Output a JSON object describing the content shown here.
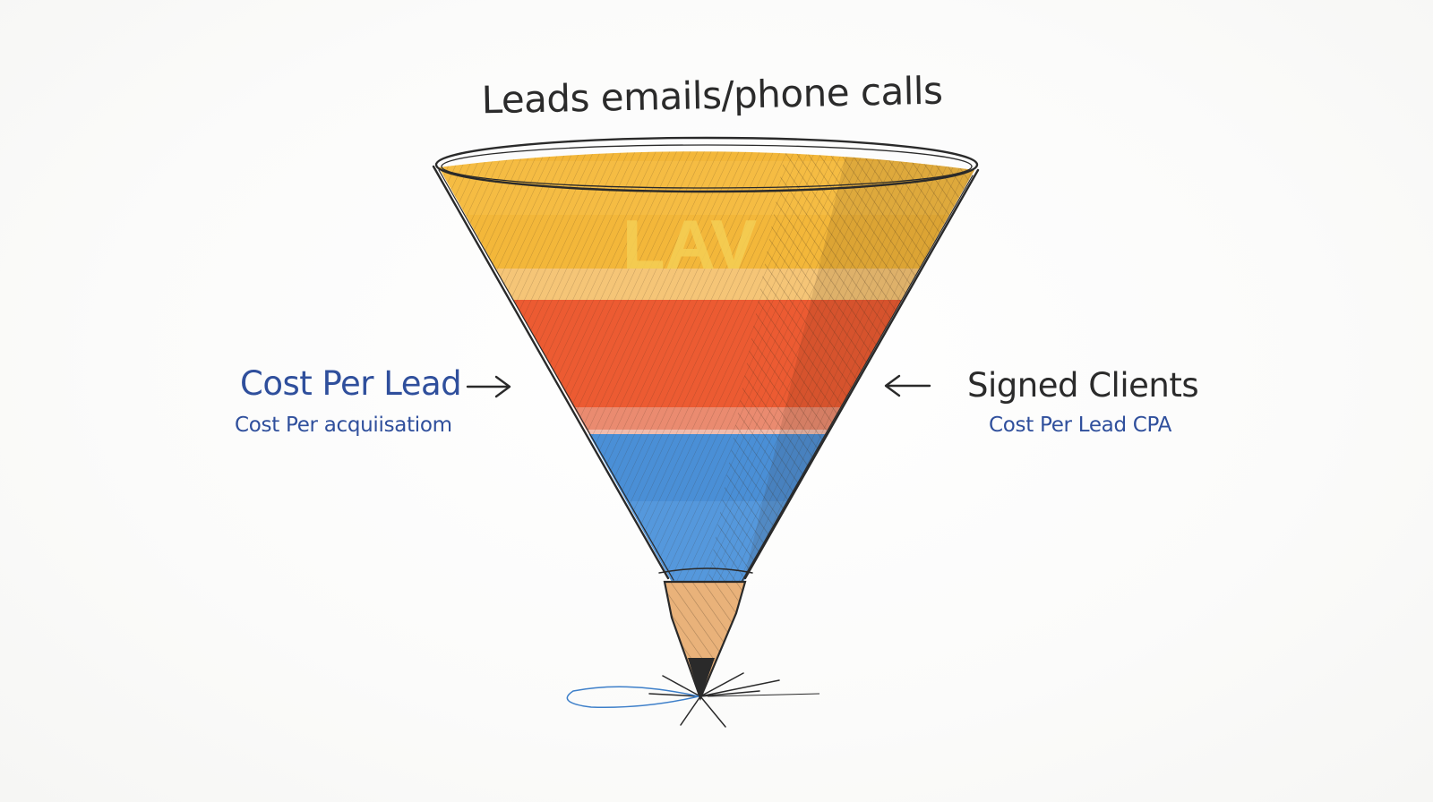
{
  "diagram": {
    "top_label": "Leads emails/phone calls",
    "funnel_inner_text": "LAV",
    "left_label": "Cost Per Lead",
    "left_sublabel": "Cost Per acquiisatiom",
    "right_label": "Signed Clients",
    "right_sublabel": "Cost Per Lead CPA"
  },
  "colors": {
    "top_band": "#f3b73a",
    "middle_band": "#ec5b32",
    "bottom_band": "#4a8fd6",
    "tip": "#e9b27a",
    "ink": "#2b2b2b",
    "label_blue": "#2f4f9c"
  },
  "icons": {
    "left_arrow": "arrow-right-icon",
    "right_arrow": "arrow-left-icon"
  }
}
